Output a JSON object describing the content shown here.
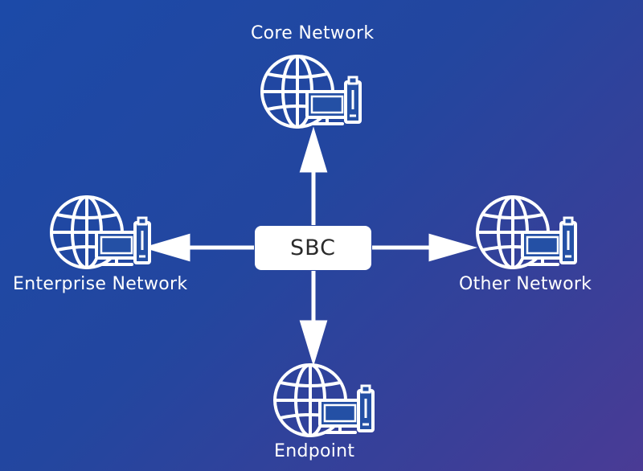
{
  "sbc_label": "SBC",
  "nodes": {
    "core": {
      "label": "Core Network",
      "icon": "globe-computer-icon"
    },
    "enterprise": {
      "label": "Enterprise Network",
      "icon": "globe-computer-icon"
    },
    "other": {
      "label": "Other Network",
      "icon": "globe-computer-icon"
    },
    "endpoint": {
      "label": "Endpoint",
      "icon": "globe-computer-icon"
    }
  },
  "edges": [
    {
      "from": "SBC",
      "to": "Core Network"
    },
    {
      "from": "SBC",
      "to": "Enterprise Network"
    },
    {
      "from": "SBC",
      "to": "Other Network"
    },
    {
      "from": "SBC",
      "to": "Endpoint"
    }
  ],
  "colors": {
    "background_start": "#1c4aa8",
    "background_end": "#4a3b95",
    "foreground": "#ffffff",
    "sbc_text": "#2a2a2a"
  }
}
